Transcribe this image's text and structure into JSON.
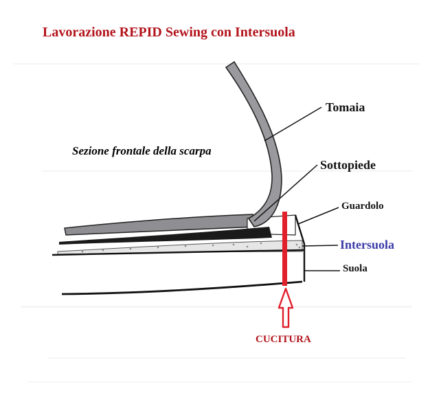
{
  "title": "Lavorazione REPID Sewing con Intersuola",
  "subtitle": "Sezione frontale della scarpa",
  "labels": {
    "tomaia": "Tomaia",
    "sottopiede": "Sottopiede",
    "guardolo": "Guardolo",
    "intersuola": "Intersuola",
    "suola": "Suola",
    "cucitura": "CUCITURA"
  },
  "colors": {
    "title": "#b3141c",
    "stitch": "#e0202b",
    "intersuola_label": "#3a3aa8",
    "upper_fill": "#9a9a9e",
    "line": "#111111"
  }
}
